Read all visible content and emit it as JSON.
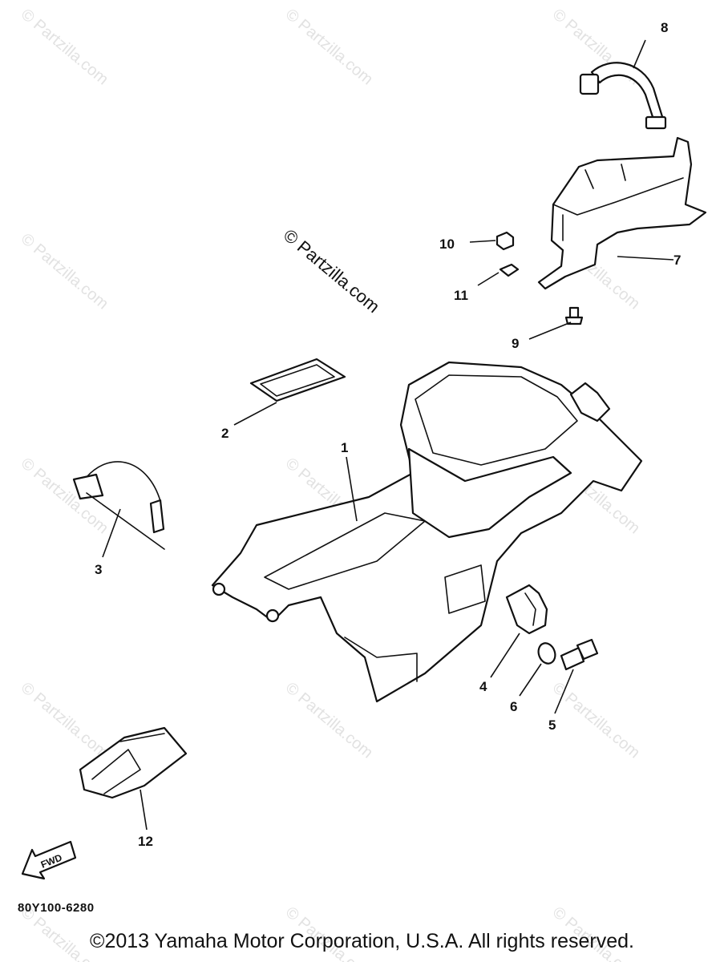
{
  "watermark": {
    "text": "© Partzilla.com"
  },
  "callouts": {
    "c1": "1",
    "c2": "2",
    "c3": "3",
    "c4": "4",
    "c5": "5",
    "c6": "6",
    "c7": "7",
    "c8": "8",
    "c9": "9",
    "c10": "10",
    "c11": "11",
    "c12": "12"
  },
  "fwd_label": "FWD",
  "part_code": "80Y100-6280",
  "copyright": "©2013 Yamaha Motor Corporation, U.S.A. All rights reserved."
}
